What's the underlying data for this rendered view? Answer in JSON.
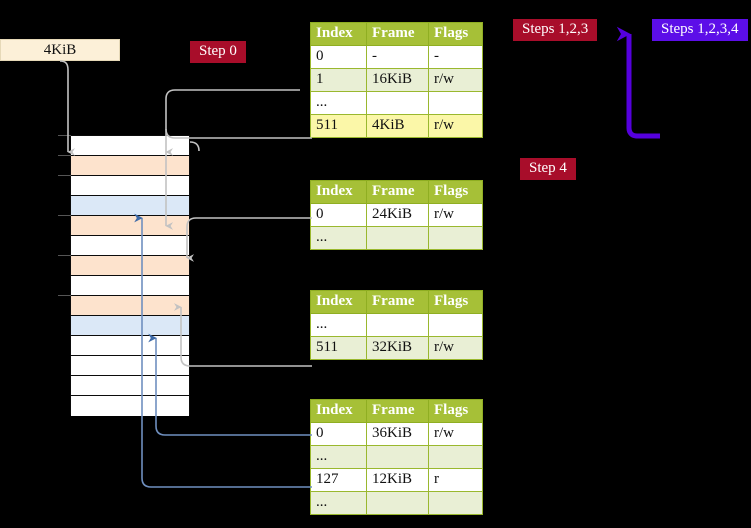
{
  "diagram": {
    "title_labels": {
      "step0": "Step 0",
      "steps123": "Steps 1,2,3",
      "steps1234": "Steps 1,2,3,4",
      "step4": "Step 4"
    },
    "colors": {
      "badge_red": "#a80d2a",
      "badge_purple": "#5c0ee8",
      "table_header": "#a6c037",
      "table_alt_row": "#e9efd5",
      "table_highlight_row": "#fbf7a8",
      "memory_orange": "#fde3cd",
      "memory_blue": "#dbe8f7",
      "kib_box": "#fcf0d8",
      "wire_gray": "#b8b8b8",
      "wire_blue": "#6f8fbf",
      "arrow_purple": "#5500dd"
    }
  },
  "source_box": {
    "label": "4KiB"
  },
  "memory_column": {
    "rows": [
      {
        "fill": "white"
      },
      {
        "fill": "orange"
      },
      {
        "fill": "white"
      },
      {
        "fill": "blue"
      },
      {
        "fill": "orange"
      },
      {
        "fill": "white"
      },
      {
        "fill": "orange"
      },
      {
        "fill": "white"
      },
      {
        "fill": "orange"
      },
      {
        "fill": "blue"
      },
      {
        "fill": "white"
      },
      {
        "fill": "white"
      },
      {
        "fill": "white"
      },
      {
        "fill": "white"
      }
    ]
  },
  "tables": [
    {
      "name": "pml4-table",
      "headers": [
        "Index",
        "Frame",
        "Flags"
      ],
      "rows": [
        {
          "style": "plain",
          "cells": [
            "0",
            "-",
            "-"
          ]
        },
        {
          "style": "alt",
          "cells": [
            "1",
            "16KiB",
            "r/w"
          ]
        },
        {
          "style": "plain",
          "cells": [
            "...",
            "",
            ""
          ]
        },
        {
          "style": "hl",
          "cells": [
            "511",
            "4KiB",
            "r/w"
          ]
        }
      ]
    },
    {
      "name": "pdp-table",
      "headers": [
        "Index",
        "Frame",
        "Flags"
      ],
      "rows": [
        {
          "style": "plain",
          "cells": [
            "0",
            "24KiB",
            "r/w"
          ]
        },
        {
          "style": "alt",
          "cells": [
            "...",
            "",
            ""
          ]
        }
      ]
    },
    {
      "name": "pd-table",
      "headers": [
        "Index",
        "Frame",
        "Flags"
      ],
      "rows": [
        {
          "style": "plain",
          "cells": [
            "...",
            "",
            ""
          ]
        },
        {
          "style": "alt",
          "cells": [
            "511",
            "32KiB",
            "r/w"
          ]
        }
      ]
    },
    {
      "name": "pt-table",
      "headers": [
        "Index",
        "Frame",
        "Flags"
      ],
      "rows": [
        {
          "style": "plain",
          "cells": [
            "0",
            "36KiB",
            "r/w"
          ]
        },
        {
          "style": "alt",
          "cells": [
            "...",
            "",
            ""
          ]
        },
        {
          "style": "plain",
          "cells": [
            "127",
            "12KiB",
            "r"
          ]
        },
        {
          "style": "alt",
          "cells": [
            "...",
            "",
            ""
          ]
        }
      ]
    }
  ]
}
